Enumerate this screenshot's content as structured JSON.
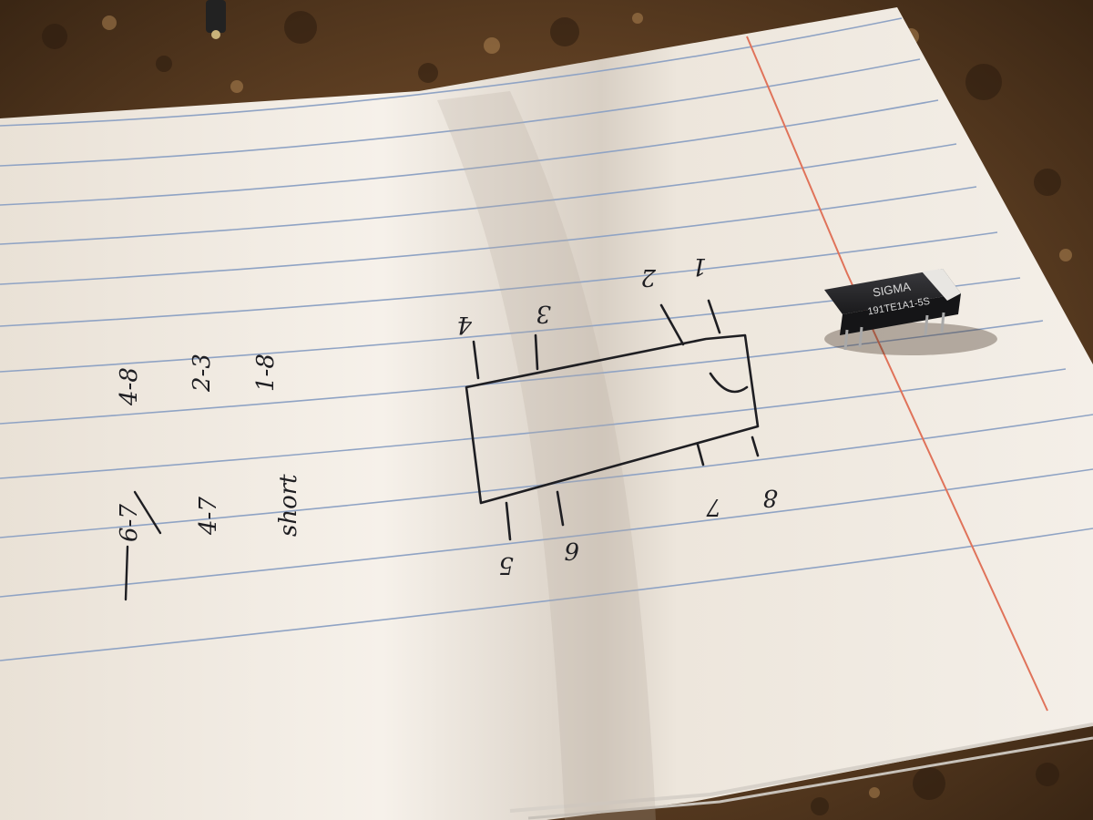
{
  "scene": {
    "description_colors": {
      "countertop": "#6b4a2a",
      "paper": "#f4efe8",
      "rule_line": "#8fa3c4",
      "margin_line": "#e0735a",
      "ink": "#1e1e22",
      "chip_body": "#232326"
    }
  },
  "relay": {
    "brand": "SIGMA",
    "part_number": "191TE1A1-5S"
  },
  "notes": {
    "pin_labels": {
      "p1": "1",
      "p2": "2",
      "p3": "3",
      "p4": "4",
      "p5": "5",
      "p6": "6",
      "p7": "7",
      "p8": "8"
    },
    "pairs": {
      "r1": "1-8",
      "r2": "2-3",
      "r3": "4-8",
      "c1": "short",
      "c2": "4-7",
      "c3": "6-7"
    }
  }
}
